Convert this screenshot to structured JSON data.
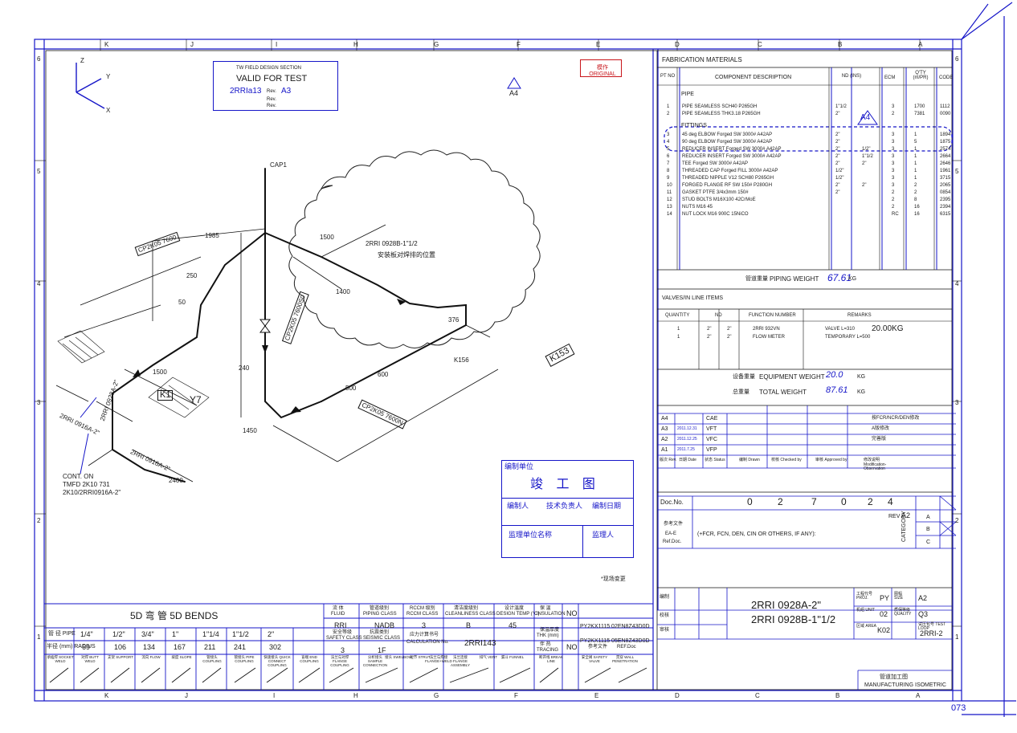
{
  "drawing": {
    "edge_letters_top": [
      "K",
      "J",
      "I",
      "H",
      "G",
      "F",
      "E",
      "D",
      "C",
      "B",
      "A"
    ],
    "edge_letters_bottom": [
      "K",
      "J",
      "I",
      "H",
      "G",
      "F",
      "E",
      "D",
      "C",
      "B",
      "A"
    ],
    "edge_numbers_left": [
      "6",
      "5",
      "4",
      "3",
      "2",
      "1"
    ],
    "edge_numbers_right": [
      "6",
      "5",
      "4",
      "3",
      "2",
      "1"
    ],
    "page_number": "073"
  },
  "axes": {
    "z": "Z",
    "y": "Y",
    "x": "X"
  },
  "stamp": {
    "header": "TW FIELD DESIGN SECTION",
    "title": "VALID FOR TEST",
    "line_ref": "2RRIa13",
    "rev_label": "Rev.",
    "rev_value": "A3"
  },
  "red_stamp": "模作 ORIGINAL",
  "revision_flag": "A4",
  "iso_labels": {
    "cap": "CAP1",
    "line_b": "2RRI 0928B-1\"1/2",
    "chinese_note": "安装板对焊排的位置",
    "area_tag": "K153",
    "conn_note_1": "CONT. ON",
    "conn_note_2": "TMFD 2K10 731",
    "conn_note_3": "2K10/2RRI0916A-2\"",
    "cp_1": "CP2K05 7600",
    "cp_2": "CP2K05 7600S0",
    "cp_3": "CP2K05 7600N",
    "line_a_1": "2RRI 0916A-2\"",
    "line_a_2": "2RRI 0928A-2\"",
    "line_a_3": "2RRI 0916A-2\"",
    "y7": "Y7",
    "k1": "K1",
    "dim_1985": "1985",
    "dim_600": "600",
    "dim_1450": "1450",
    "dim_2400": "2400",
    "dim_500": "500",
    "dim_1500": "1500",
    "dim_240": "240",
    "dim_50": "50",
    "dim_1400": "1400",
    "dim_1500b": "1500",
    "dim_250": "250",
    "dim_376": "376",
    "dim_ref": "K156"
  },
  "fabrication": {
    "title": "FABRICATION MATERIALS",
    "col_pt": "PT NO",
    "col_desc": "COMPONENT DESCRIPTION",
    "col_nd": "ND (INS)",
    "col_ecm": "ECM",
    "col_qty": "Q'TY (m/PR)",
    "col_code": "CODE",
    "section_pipe": "PIPE",
    "section_fittings": "FITTINGS",
    "rows": [
      {
        "no": "1",
        "desc": "PIPE SEAMLESS  SCH40 P265GH",
        "nd": "1\"1/2",
        "nd2": "",
        "ecm": "3",
        "qty": "1700",
        "code": "1112"
      },
      {
        "no": "2",
        "desc": "PIPE SEAMLESS  THK3.18 P265GH",
        "nd": "2\"",
        "nd2": "",
        "ecm": "2",
        "qty": "7381",
        "code": "0090"
      },
      {
        "no": "3",
        "desc": "45 deg ELBOW Forged SW 3000# A42AP",
        "nd": "2\"",
        "nd2": "",
        "ecm": "3",
        "qty": "1",
        "code": "1894"
      },
      {
        "no": "4",
        "desc": "90 deg ELBOW Forged SW 3000# A42AP",
        "nd": "2\"",
        "nd2": "",
        "ecm": "3",
        "qty": "5",
        "code": "1875"
      },
      {
        "no": "5",
        "desc": "REDUCER INSERT  Forged SW 3000# A42AP",
        "nd": "2\"",
        "nd2": "1/2\"",
        "ecm": "3",
        "qty": "1",
        "code": "2574"
      },
      {
        "no": "6",
        "desc": "REDUCER INSERT  Forged SW 3000# A42AP",
        "nd": "2\"",
        "nd2": "1\"1/2",
        "ecm": "3",
        "qty": "1",
        "code": "2664"
      },
      {
        "no": "7",
        "desc": "TEE  Forged SW 3000# A42AP",
        "nd": "2\"",
        "nd2": "2\"",
        "ecm": "3",
        "qty": "1",
        "code": "2646"
      },
      {
        "no": "8",
        "desc": "THREADED CAP Forged FILL 3000# A42AP",
        "nd": "1/2\"",
        "nd2": "",
        "ecm": "3",
        "qty": "1",
        "code": "1961"
      },
      {
        "no": "9",
        "desc": "THREADED NIPPLE V12 SCH80 P265GH",
        "nd": "1/2\"",
        "nd2": "",
        "ecm": "3",
        "qty": "1",
        "code": "3715"
      },
      {
        "no": "10",
        "desc": "FORGED FLANGE RF SW 150# P280GH",
        "nd": "2\"",
        "nd2": "2\"",
        "ecm": "3",
        "qty": "2",
        "code": "2065"
      },
      {
        "no": "11",
        "desc": "GASKET PTFE 3/4x3mm 150#",
        "nd": "2\"",
        "nd2": "",
        "ecm": "2",
        "qty": "2",
        "code": "0854"
      },
      {
        "no": "12",
        "desc": "STUD BOLTS M16X100 42CrMoE",
        "nd": "",
        "nd2": "",
        "ecm": "2",
        "qty": "8",
        "code": "2395"
      },
      {
        "no": "13",
        "desc": "NUTS M16 45",
        "nd": "",
        "nd2": "",
        "ecm": "2",
        "qty": "16",
        "code": "2394"
      },
      {
        "no": "14",
        "desc": "NUT LOCK M16 900C 15NiCO",
        "nd": "",
        "nd2": "",
        "ecm": "RC",
        "qty": "16",
        "code": "6315"
      }
    ],
    "weight_cn": "管道重量",
    "weight_label": "PIPING WEIGHT",
    "weight_value": "67.61",
    "weight_unit": "KG"
  },
  "valves": {
    "title": "VALVES/IN LINE ITEMS",
    "h_qty": "QUANTITY",
    "h_nd": "ND",
    "h_func": "FUNCTION NUMBER",
    "h_rem": "REMARKS",
    "rows": [
      {
        "qty": "1",
        "nd1": "2\"",
        "nd2": "2\"",
        "func": "2RRI 932VN",
        "rem": "VALVE L=310"
      },
      {
        "qty": "1",
        "nd1": "2\"",
        "nd2": "2\"",
        "func": "FLOW METER",
        "rem": "TEMPORARY L=500"
      }
    ],
    "valve_weight": "20.00KG"
  },
  "weights": {
    "equip_cn": "设备重量",
    "equip_label": "EQUIPMENT WEIGHT",
    "equip_value": "20.0",
    "total_cn": "总重量",
    "total_label": "TOTAL WEIGHT",
    "total_value": "87.61",
    "unit": "KG"
  },
  "revisions": [
    {
      "rev": "A4",
      "date": "",
      "status": "CAE",
      "note": "按FCR/NCR/DEN修改"
    },
    {
      "rev": "A3",
      "date": "2011.12.31",
      "status": "VFT",
      "note": "A版修改"
    },
    {
      "rev": "A2",
      "date": "2011.12.25",
      "status": "VFC",
      "note": "完善版"
    },
    {
      "rev": "A1",
      "date": "2011.7.25",
      "status": "VFP",
      "note": ""
    }
  ],
  "rev_headers": [
    "版次 Rev.",
    "日期 Date",
    "状态 Status",
    "编制 Drawn",
    "校核 Checked by",
    "审核 Approved by",
    "修改说明 Modification-Observation"
  ],
  "docno": {
    "label": "Doc.No.",
    "cells": [
      "0",
      "2",
      "7",
      "0",
      "2",
      "4"
    ],
    "rev_label": "REV",
    "rev_value": "A2",
    "category_label": "CATEGORY",
    "category_values": [
      "A",
      "B",
      "C"
    ]
  },
  "ref_doc": {
    "label_cn": "参考文件",
    "label_1": "EA-E",
    "label_2": "Ref.Doc.",
    "text": "(+FCR, FCN, DEN, CIN OR OTHERS, IF ANY):"
  },
  "title_block": {
    "drawn_cn": "编制",
    "checked_cn": "校核",
    "approved_cn": "审核",
    "line1": "2RRI 0928A-2\"",
    "line2": "2RRI 0928B-1\"1/2",
    "prod_label": "工程代号 PROJ.",
    "prod_value": "PY",
    "size_label": "图幅 SIZE",
    "size_value": "A2",
    "unit_label": "机组 UNIT",
    "unit_value": "02",
    "quality_label": "质保等级 QUALITY",
    "quality_value": "Q3",
    "area_label": "区域 AREA",
    "area_value": "K02",
    "test_label": "试压包号 TEST LOOP",
    "test_value": "2RRI-2",
    "footer_cn": "管道加工图",
    "footer": "MANUFACTURING ISOMETRIC"
  },
  "as_built": {
    "company": "编制单位",
    "title": "竣 工 图",
    "compiler": "编制人",
    "tech_lead": "技术负责人",
    "date": "编制日期",
    "supervisor": "监理单位名称",
    "reviewer": "监理人",
    "note": "*现场变更"
  },
  "bends": {
    "title": "5D 弯 管  5D BENDS",
    "pipe_label": "管 径 PIPE",
    "radius_label": "半径 (mm) RADIUS",
    "sizes": [
      "1/4\"",
      "1/2\"",
      "3/4\"",
      "1\"",
      "1\"1/4",
      "1\"1/2",
      "2\""
    ],
    "radii": [
      "69",
      "106",
      "134",
      "167",
      "211",
      "241",
      "302"
    ]
  },
  "classes": {
    "fluid_cn": "流 体",
    "fluid": "FLUID",
    "fluid_v": "RRI",
    "pipe_class_cn": "管道级别",
    "pipe_class": "PIPING CLASS",
    "pipe_class_v": "NADB",
    "rccm_cn": "RCCM 级别",
    "rccm": "RCCM CLASS",
    "rccm_v": "3",
    "clean_cn": "清洁度级别",
    "clean": "CLEANLINESS CLASS",
    "clean_v": "B",
    "temp_cn": "设计温度",
    "temp": "DESIGN TEMP (°C)",
    "temp_v": "45",
    "insul_cn": "保 温",
    "insul": "INSULATION",
    "insul_v": "NO",
    "safety_cn": "安全等级",
    "safety": "SAFETY CLASS",
    "safety_v": "3",
    "seismic_cn": "抗震类别",
    "seismic": "SEISMIC CLASS",
    "seismic_v": "1F",
    "calc_cn": "应力计算书号",
    "calc": "CALCULATION No.",
    "calc_v": "2RRI143",
    "thick_cn": "保温厚度",
    "thick": "THK (mm)",
    "thick_v": "",
    "trace_cn": "伴 热",
    "trace": "TRACING",
    "trace_v": "NO",
    "ref1": "PY2KX1115 02EN8Z43D0D",
    "ref2": "PY2KX1115 05EN8Z43D0D",
    "refdoc_cn": "参考文件",
    "refdoc": "REF.Doc"
  },
  "symbols": [
    "承插焊 SOCKET WELD",
    "对焊 BUTT WELD",
    "支架 SUPPORT",
    "流向 FLOW",
    "坡度 SLOPE",
    "管接头 COUPLING",
    "管接头 PIPE COUPLING",
    "快速接头 QUICK CONNECT COUPLING",
    "盲端 END COUPLING",
    "法兰与对焊 FLANGE COUPLING",
    "分析接头 SAMPLE CONNECTION",
    "接头 SWELBOW",
    "短节 STRUT",
    "法兰与焊接 FLANGE+WELD",
    "法兰连接 FLANGE ASSEMBLY",
    "排气 VENT",
    "漏斗 FUNNEL",
    "断开线 BREAK LINE",
    "安全阀 SAFETY VALVE",
    "贯穿 WALL PENETRATION"
  ]
}
